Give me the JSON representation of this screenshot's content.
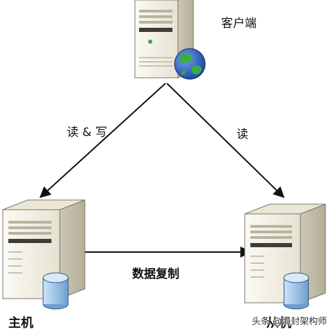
{
  "diagram": {
    "nodes": {
      "client": {
        "label": "客户端",
        "role": "server-with-globe"
      },
      "master": {
        "label": "主机",
        "role": "server-with-database"
      },
      "slave": {
        "label": "从机",
        "role": "server-with-database"
      }
    },
    "edges": {
      "client_to_master": {
        "label": "读 & 写"
      },
      "client_to_slave": {
        "label": "读"
      },
      "master_to_slave": {
        "label": "数据复制"
      }
    },
    "watermark": "头条 @海封架构师"
  },
  "colors": {
    "server_body": "#f2f0e6",
    "server_shade": "#d8d4c2",
    "server_edge": "#7a766a",
    "database": "#9cc3e6",
    "globe_ocean": "#2a5fb5",
    "globe_land": "#3caa4a",
    "arrow": "#111111"
  }
}
